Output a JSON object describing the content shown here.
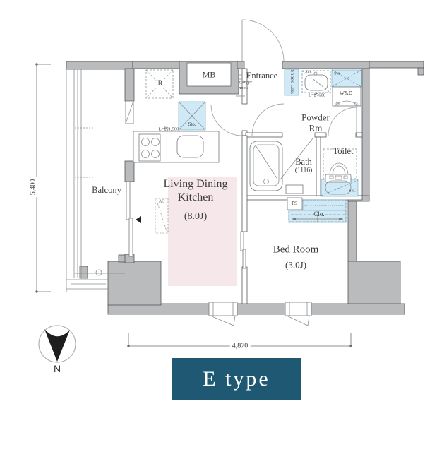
{
  "labels": {
    "balcony": "Balcony",
    "ldk1": "Living Dining",
    "ldk2": "Kitchen",
    "ldk_size": "(8.0J)",
    "bedroom": "Bed Room",
    "bedroom_size": "(3.0J)",
    "powder1": "Powder",
    "powder2": "Rm",
    "bath": "Bath",
    "bath_size": "(1116)",
    "toilet": "Toilet",
    "entrance": "Entrance",
    "hanger1": "Hanger",
    "hanger2": "hook",
    "mb": "MB",
    "r": "R",
    "sto_kitchen": "Sto.",
    "sto_basin": "Sto.",
    "sto_wd": "Sto.",
    "sto_toilet": "Sto.",
    "shoes": "Shoes Clo.",
    "wd": "W&D",
    "ps": "PS",
    "clo": "Clo.",
    "ac": "AC",
    "counter_len": "L=約1,500",
    "basin_len": "L=約600",
    "dim_width": "4,870",
    "dim_height": "5,400",
    "north": "N",
    "type_label": "E type"
  },
  "colors": {
    "navy": "#1f5872",
    "wall": "#b9bbbd",
    "blue": "#cfe9f6",
    "pink": "#f5e7ea"
  }
}
